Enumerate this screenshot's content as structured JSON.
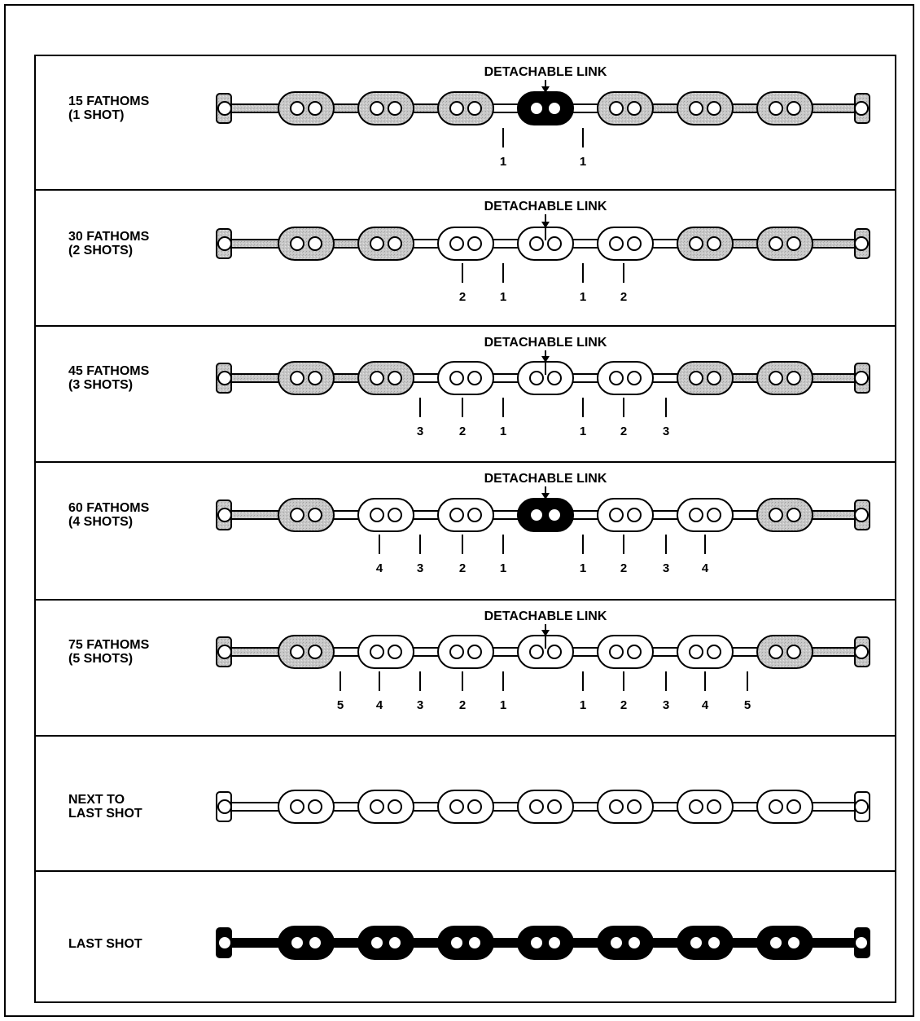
{
  "figure": {
    "colors": {
      "galvanized": "#c8c8c8",
      "white": "#ffffff",
      "painted": "#000000",
      "outline": "#000000"
    },
    "rows": [
      {
        "label_lines": [
          "15 FATHOMS",
          "(1 SHOT)"
        ],
        "caption": "DETACHABLE LINK",
        "links": [
          "grey",
          "grey",
          "grey",
          "grey",
          "black",
          "grey",
          "grey",
          "grey",
          "grey"
        ],
        "detachable_shape": "black",
        "marker_count": 1
      },
      {
        "label_lines": [
          "30 FATHOMS",
          "(2 SHOTS)"
        ],
        "caption": "DETACHABLE LINK",
        "links": [
          "grey",
          "grey",
          "grey",
          "white",
          "white",
          "white",
          "grey",
          "grey",
          "grey"
        ],
        "detachable_shape": "white",
        "marker_count": 2
      },
      {
        "label_lines": [
          "45 FATHOMS",
          "(3 SHOTS)"
        ],
        "caption": "DETACHABLE LINK",
        "links": [
          "grey",
          "grey",
          "grey",
          "white",
          "white",
          "white",
          "grey",
          "grey",
          "grey"
        ],
        "detachable_shape": "white",
        "marker_count": 3
      },
      {
        "label_lines": [
          "60 FATHOMS",
          "(4 SHOTS)"
        ],
        "caption": "DETACHABLE LINK",
        "links": [
          "grey",
          "grey",
          "white",
          "white",
          "black",
          "white",
          "white",
          "grey",
          "grey"
        ],
        "detachable_shape": "black",
        "marker_count": 4
      },
      {
        "label_lines": [
          "75 FATHOMS",
          "(5 SHOTS)"
        ],
        "caption": "DETACHABLE LINK",
        "links": [
          "grey",
          "grey",
          "white",
          "white",
          "white",
          "white",
          "white",
          "grey",
          "grey"
        ],
        "detachable_shape": "white",
        "marker_count": 5
      },
      {
        "label_lines": [
          "NEXT TO",
          "LAST SHOT"
        ],
        "caption": "",
        "links": [
          "white",
          "white",
          "white",
          "white",
          "white",
          "white",
          "white",
          "white",
          "white"
        ],
        "detachable_shape": "",
        "marker_count": 0
      },
      {
        "label_lines": [
          "LAST SHOT",
          ""
        ],
        "caption": "",
        "links": [
          "black",
          "black",
          "black",
          "black",
          "black",
          "black",
          "black",
          "black",
          "black"
        ],
        "detachable_shape": "",
        "marker_count": 0
      }
    ]
  }
}
